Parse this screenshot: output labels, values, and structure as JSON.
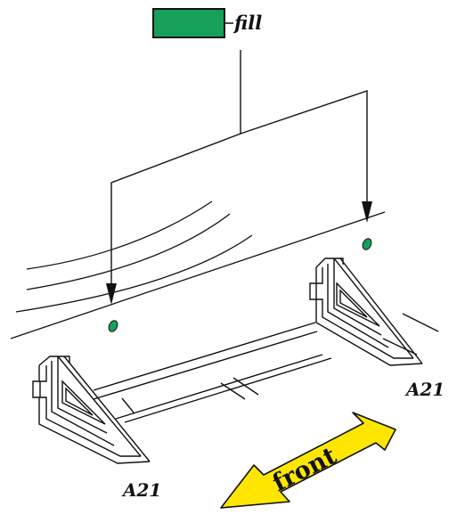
{
  "legend": {
    "label": "fill",
    "swatch_color": "#16a05a"
  },
  "labels": {
    "part_left": "A21",
    "part_right": "A21",
    "direction": "front"
  },
  "colors": {
    "dot": "#16a05a",
    "arrow": "#ffe600",
    "line": "#111111"
  }
}
